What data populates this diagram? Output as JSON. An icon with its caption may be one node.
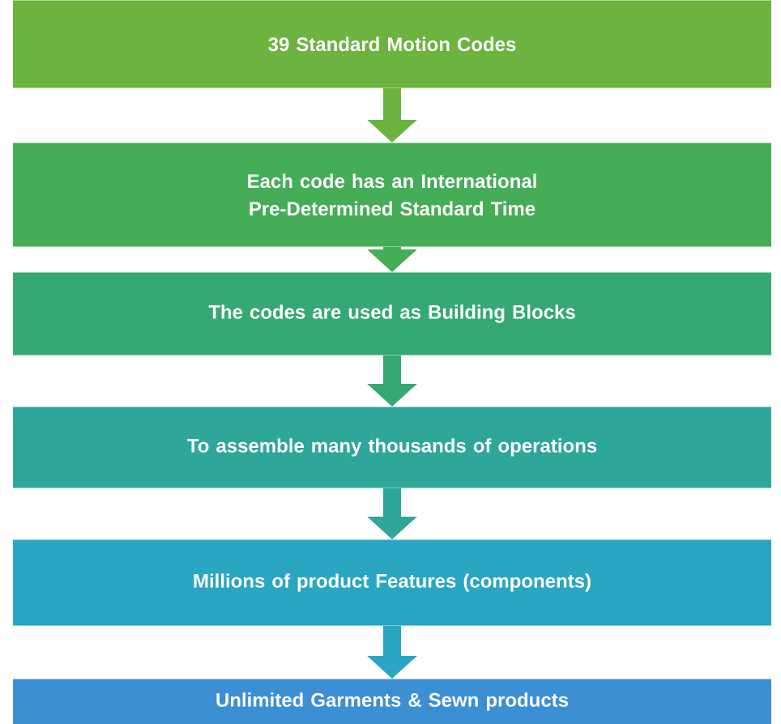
{
  "diagram": {
    "nodes": [
      {
        "text": [
          "39 Standard Motion Codes"
        ]
      },
      {
        "text": [
          "Each code has an International Pre-Determined Standard Time"
        ]
      },
      {
        "text": [
          "The codes are used as Building Blocks"
        ]
      },
      {
        "text": [
          "To assemble many thousands of operations"
        ]
      },
      {
        "text": [
          "Millions of product Features (components)"
        ]
      },
      {
        "text": [
          "Unlimited Garments & Sewn products"
        ]
      }
    ],
    "edges": [
      {
        "from": 0,
        "to": 1,
        "arrow": "to",
        "color": "#6cb33f"
      },
      {
        "from": 1,
        "to": 2,
        "arrow": "to",
        "color": "#45ad57"
      },
      {
        "from": 2,
        "to": 3,
        "arrow": "to",
        "color": "#35a874"
      },
      {
        "from": 3,
        "to": 4,
        "arrow": "to",
        "color": "#2ea69a"
      },
      {
        "from": 4,
        "to": 5,
        "arrow": "to",
        "color": "#2aa6c2"
      }
    ]
  }
}
